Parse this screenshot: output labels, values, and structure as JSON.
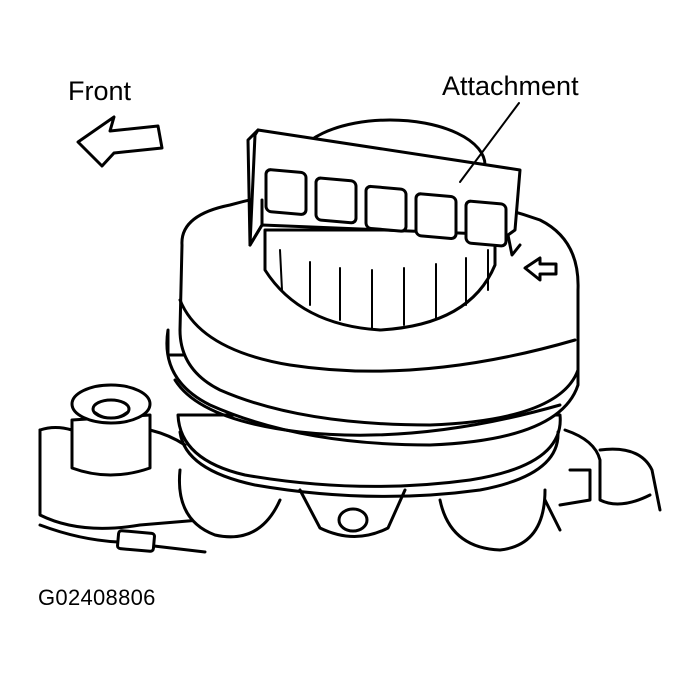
{
  "labels": {
    "front": "Front",
    "attachment": "Attachment",
    "figure_id": "G02408806"
  },
  "colors": {
    "line": "#000000",
    "background": "#ffffff"
  }
}
